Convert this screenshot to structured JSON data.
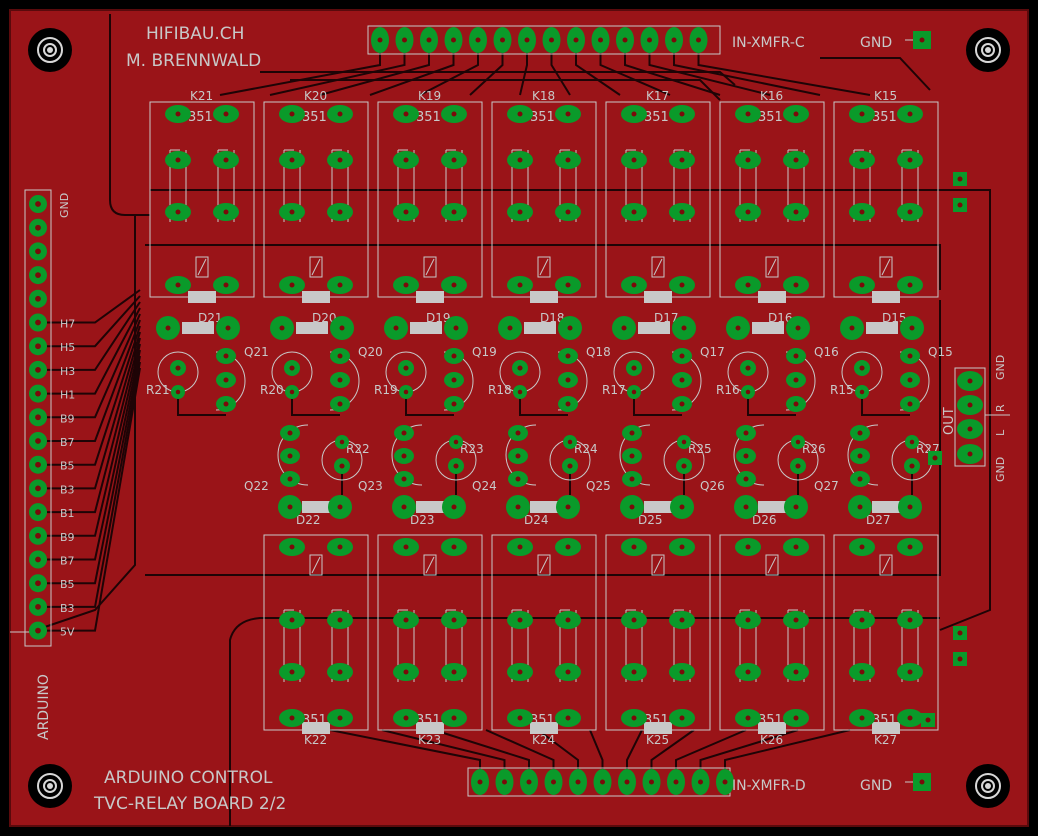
{
  "colors": {
    "background": "#000000",
    "copper": "#9a1418",
    "copper_edge": "#5a0a0c",
    "trace": "#1e0406",
    "pad": "#0a9a2a",
    "drill": "#7a0a0a",
    "silkscreen": "#c8c8c8",
    "mounting_hole": "#d8d8d8"
  },
  "header_text": {
    "line1": "HIFIBAU.CH",
    "line2": "M. BRENNWALD"
  },
  "footer_text": {
    "line1": "ARDUINO CONTROL",
    "line2": "TVC-RELAY BOARD 2/2"
  },
  "connectors": {
    "top_label": "IN-XMFR-C",
    "bottom_label": "IN-XMFR-D",
    "gnd_label": "GND",
    "out_label": "OUT",
    "out_pins": [
      "GND",
      "R",
      "L",
      "GND"
    ]
  },
  "arduino_header": {
    "label": "ARDUINO",
    "pins": [
      "GND",
      "",
      "",
      "",
      "",
      "H7",
      "H5",
      "H3",
      "H1",
      "B9",
      "B7",
      "B5",
      "B3",
      "B1",
      "B9",
      "B7",
      "B5",
      "B3",
      "5V"
    ]
  },
  "relays_top": [
    {
      "name": "K21",
      "part": "351"
    },
    {
      "name": "K20",
      "part": "351"
    },
    {
      "name": "K19",
      "part": "351"
    },
    {
      "name": "K18",
      "part": "351"
    },
    {
      "name": "K17",
      "part": "351"
    },
    {
      "name": "K16",
      "part": "351"
    },
    {
      "name": "K15",
      "part": "351"
    }
  ],
  "relays_bottom": [
    {
      "name": "K22",
      "part": "351"
    },
    {
      "name": "K23",
      "part": "351"
    },
    {
      "name": "K24",
      "part": "351"
    },
    {
      "name": "K25",
      "part": "351"
    },
    {
      "name": "K26",
      "part": "351"
    },
    {
      "name": "K27",
      "part": "351"
    }
  ],
  "upper_drivers": [
    {
      "diode": "D21",
      "transistor": "Q21",
      "resistor": "R21"
    },
    {
      "diode": "D20",
      "transistor": "Q20",
      "resistor": "R20"
    },
    {
      "diode": "D19",
      "transistor": "Q19",
      "resistor": "R19"
    },
    {
      "diode": "D18",
      "transistor": "Q18",
      "resistor": "R18"
    },
    {
      "diode": "D17",
      "transistor": "Q17",
      "resistor": "R17"
    },
    {
      "diode": "D16",
      "transistor": "Q16",
      "resistor": "R16"
    },
    {
      "diode": "D15",
      "transistor": "Q15",
      "resistor": "R15"
    }
  ],
  "lower_drivers": [
    {
      "diode": "D22",
      "transistor": "Q22",
      "resistor": "R22"
    },
    {
      "diode": "D23",
      "transistor": "Q23",
      "resistor": "R23"
    },
    {
      "diode": "D24",
      "transistor": "Q24",
      "resistor": "R24"
    },
    {
      "diode": "D25",
      "transistor": "Q25",
      "resistor": "R25"
    },
    {
      "diode": "D26",
      "transistor": "Q26",
      "resistor": "R26"
    },
    {
      "diode": "D27",
      "transistor": "Q27",
      "resistor": "R27"
    }
  ]
}
